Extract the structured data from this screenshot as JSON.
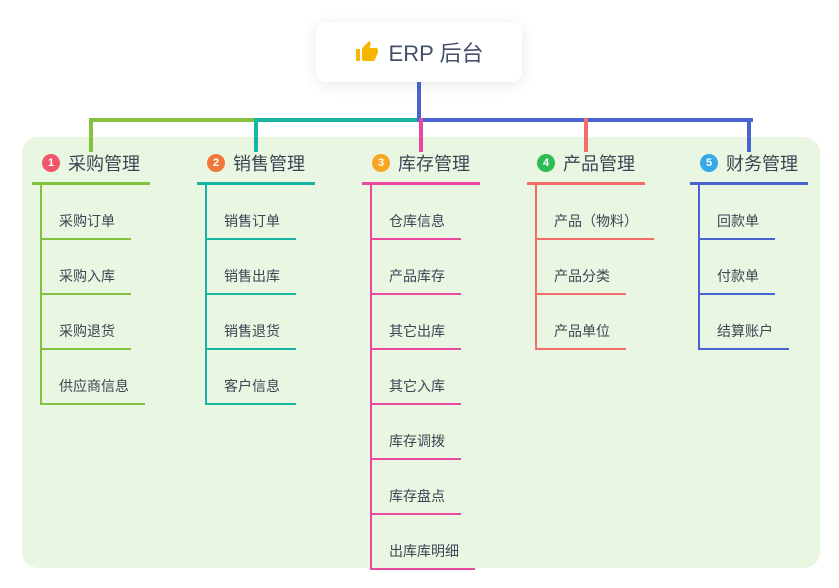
{
  "root_node": {
    "icon": "thumbs-up-icon",
    "label": "ERP 后台"
  },
  "theme": {
    "canvas_bg": "#e9f6e2",
    "trunk_color": "#4a63d3",
    "root_text_color": "#44506a",
    "node_text_color": "#3c4554",
    "thumb_icon_color": "#f7b500"
  },
  "branches": [
    {
      "badge": "1",
      "label": "采购管理",
      "badge_color": "#f0566b",
      "line_color": "#85c141",
      "children": [
        "采购订单",
        "采购入库",
        "采购退货",
        "供应商信息"
      ]
    },
    {
      "badge": "2",
      "label": "销售管理",
      "badge_color": "#f0793a",
      "line_color": "#17b3a3",
      "children": [
        "销售订单",
        "销售出库",
        "销售退货",
        "客户信息"
      ]
    },
    {
      "badge": "3",
      "label": "库存管理",
      "badge_color": "#f6a623",
      "line_color": "#e8489e",
      "children": [
        "仓库信息",
        "产品库存",
        "其它出库",
        "其它入库",
        "库存调拨",
        "库存盘点",
        "出库库明细"
      ]
    },
    {
      "badge": "4",
      "label": "产品管理",
      "badge_color": "#2dbd54",
      "line_color": "#f56c6c",
      "children": [
        "产品（物料）",
        "产品分类",
        "产品单位"
      ]
    },
    {
      "badge": "5",
      "label": "财务管理",
      "badge_color": "#35aae6",
      "line_color": "#4a63d3",
      "children": [
        "回款单",
        "付款单",
        "结算账户"
      ]
    }
  ]
}
